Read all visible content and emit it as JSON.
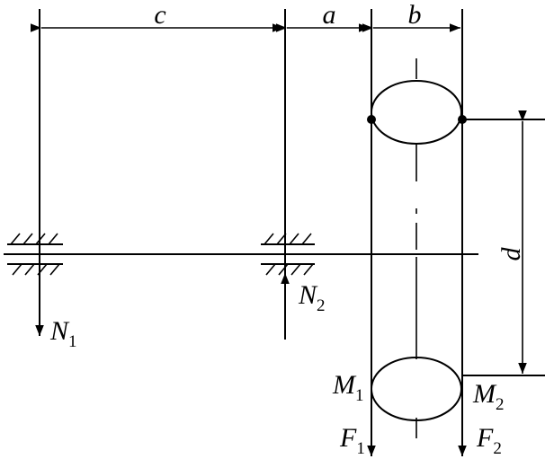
{
  "dimensions": {
    "c": "c",
    "a": "a",
    "b": "b",
    "d": "d"
  },
  "forces": {
    "n1": {
      "letter": "N",
      "sub": "1"
    },
    "n2": {
      "letter": "N",
      "sub": "2"
    },
    "f1": {
      "letter": "F",
      "sub": "1"
    },
    "f2": {
      "letter": "F",
      "sub": "2"
    }
  },
  "moments": {
    "m1": {
      "letter": "M",
      "sub": "1"
    },
    "m2": {
      "letter": "M",
      "sub": "2"
    }
  }
}
